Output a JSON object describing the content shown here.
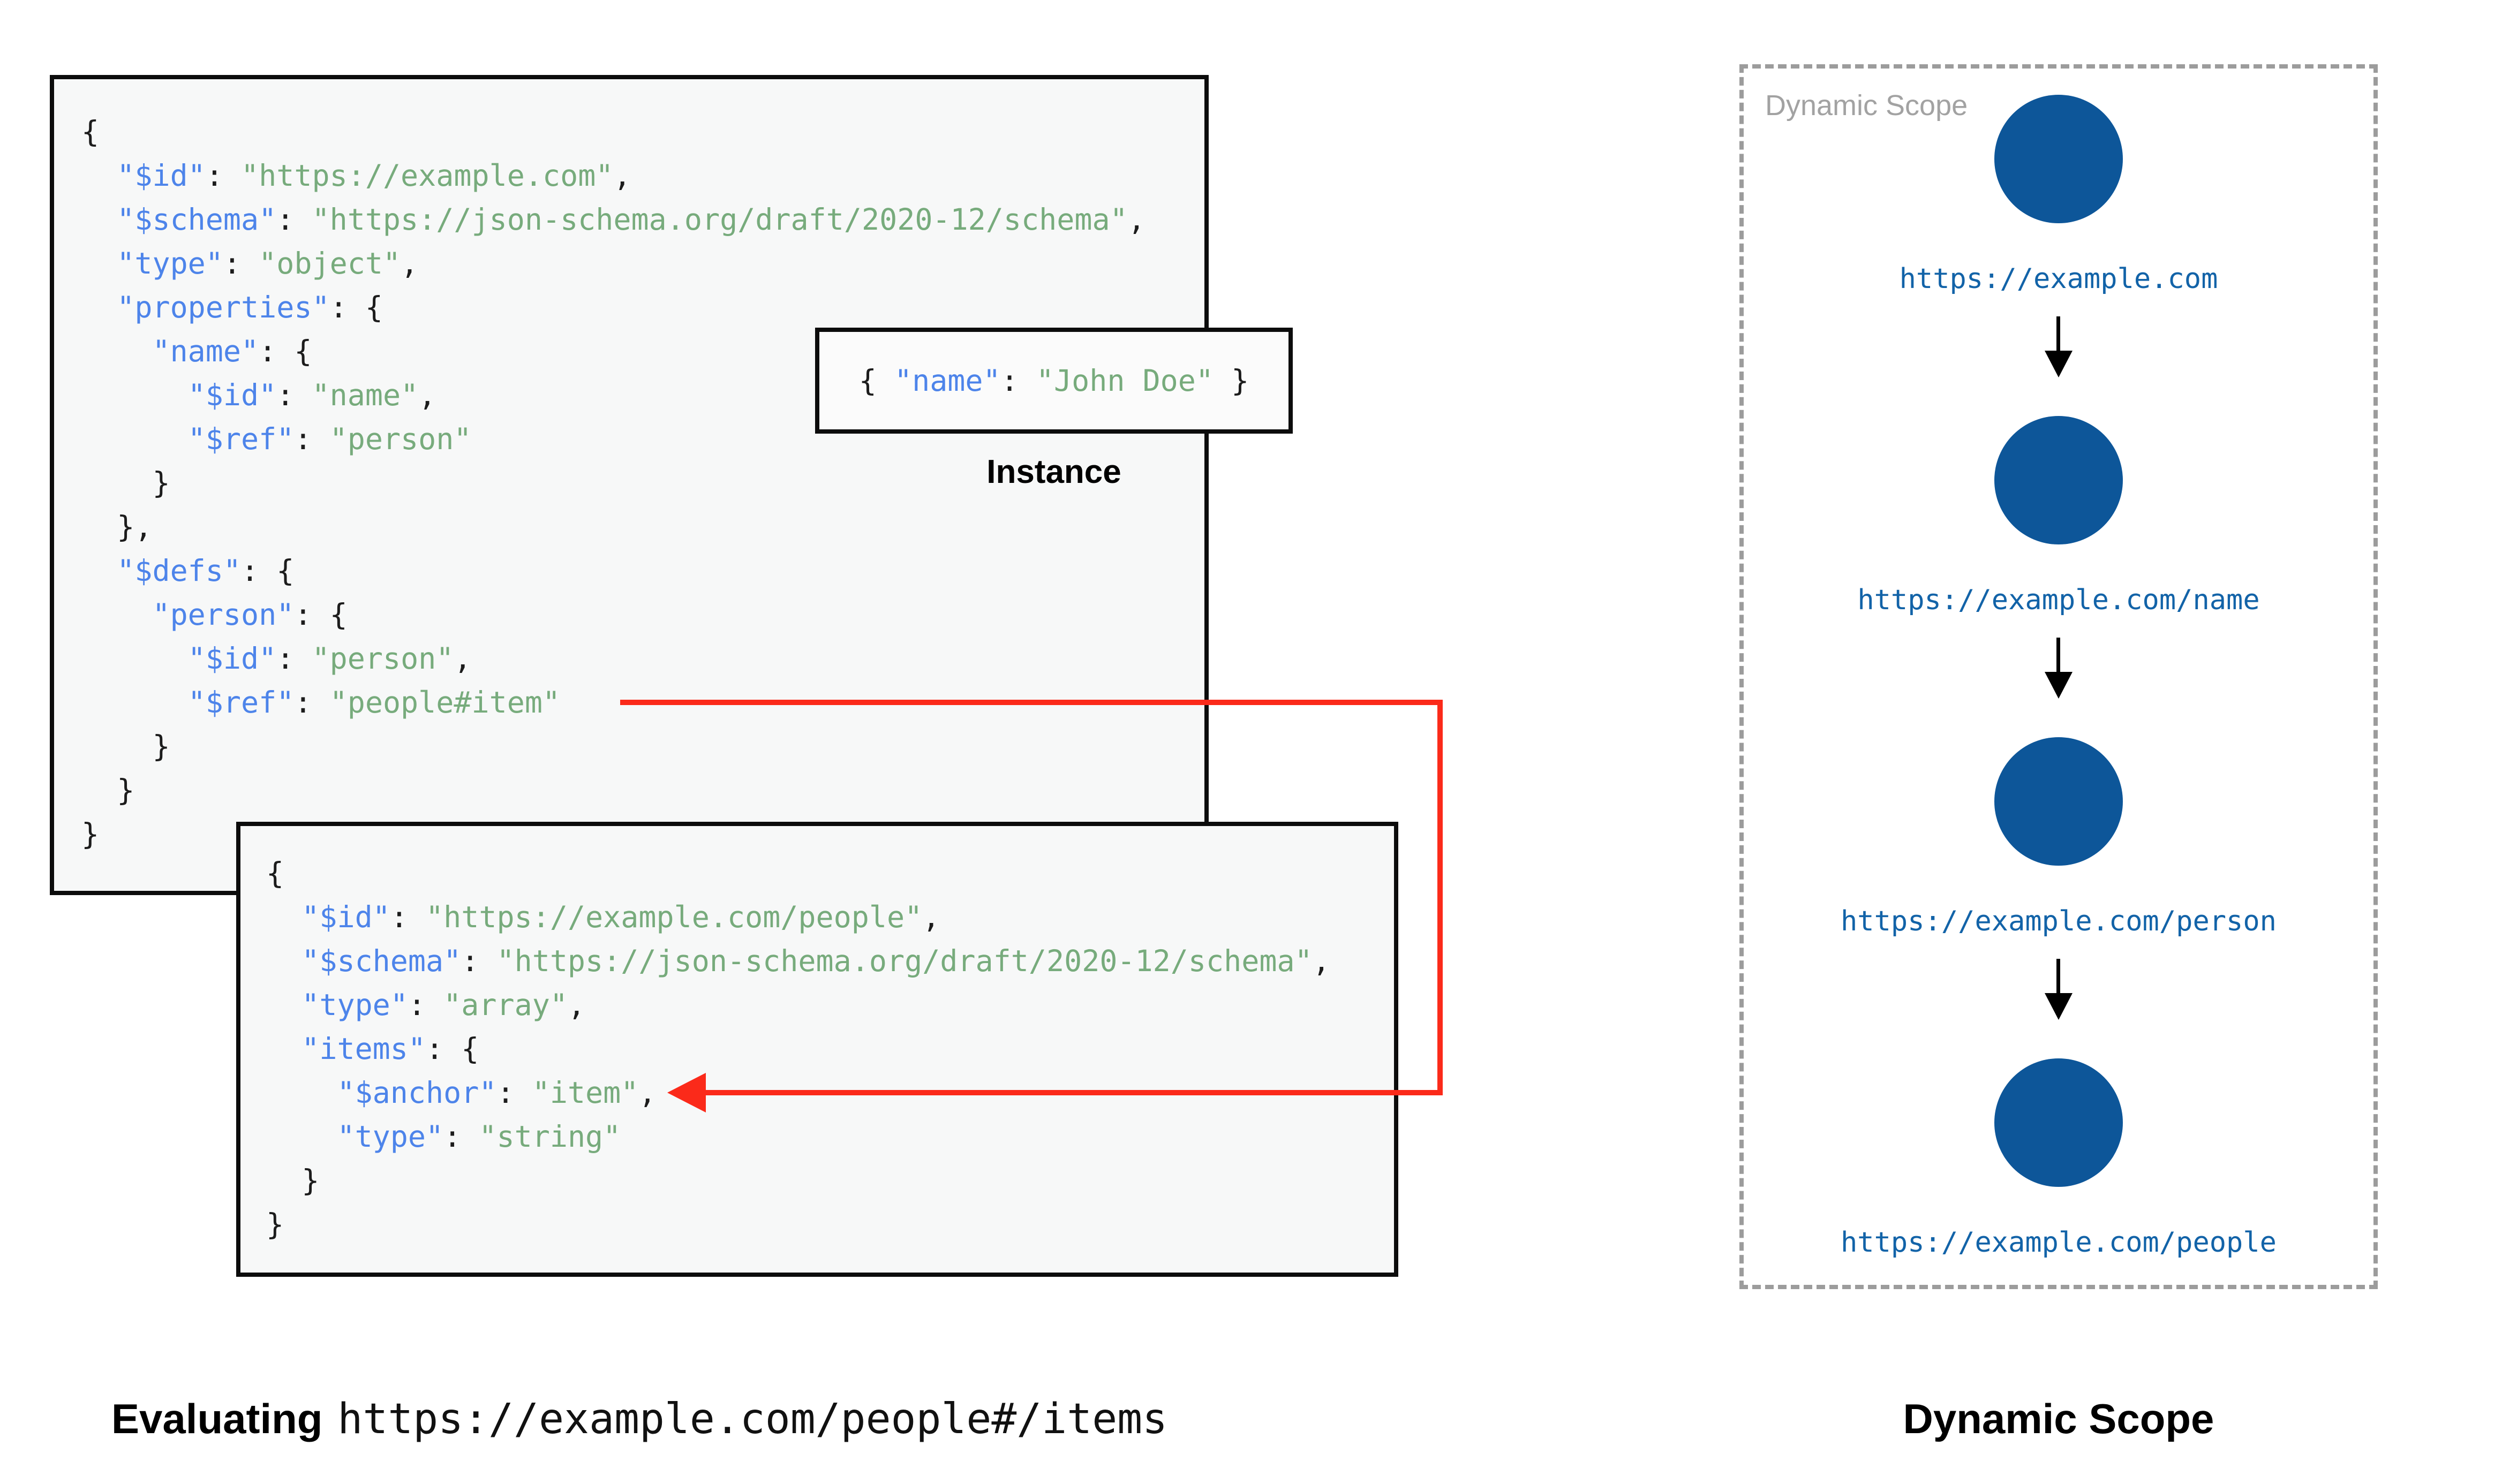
{
  "palette": {
    "key_blue": "#4d84ea",
    "string_green": "#77ab7c",
    "punctuation_black": "#1c1c1c",
    "node_blue": "#0d5699",
    "scope_label_blue": "#1263a8",
    "ref_arrow_red": "#fb2a1a",
    "dashed_border_gray": "#9c9c9c",
    "scope_title_gray": "#a2a2a2",
    "panel_background": "#f7f8f8"
  },
  "schema1": {
    "lines": [
      [
        [
          "p",
          "{"
        ]
      ],
      [
        [
          "p",
          "  "
        ],
        [
          "k",
          "\"$id\""
        ],
        [
          "p",
          ": "
        ],
        [
          "s",
          "\"https://example.com\""
        ],
        [
          "p",
          ","
        ]
      ],
      [
        [
          "p",
          "  "
        ],
        [
          "k",
          "\"$schema\""
        ],
        [
          "p",
          ": "
        ],
        [
          "s",
          "\"https://json-schema.org/draft/2020-12/schema\""
        ],
        [
          "p",
          ","
        ]
      ],
      [
        [
          "p",
          "  "
        ],
        [
          "k",
          "\"type\""
        ],
        [
          "p",
          ": "
        ],
        [
          "s",
          "\"object\""
        ],
        [
          "p",
          ","
        ]
      ],
      [
        [
          "p",
          "  "
        ],
        [
          "k",
          "\"properties\""
        ],
        [
          "p",
          ": {"
        ]
      ],
      [
        [
          "p",
          "    "
        ],
        [
          "k",
          "\"name\""
        ],
        [
          "p",
          ": {"
        ]
      ],
      [
        [
          "p",
          "      "
        ],
        [
          "k",
          "\"$id\""
        ],
        [
          "p",
          ": "
        ],
        [
          "s",
          "\"name\""
        ],
        [
          "p",
          ","
        ]
      ],
      [
        [
          "p",
          "      "
        ],
        [
          "k",
          "\"$ref\""
        ],
        [
          "p",
          ": "
        ],
        [
          "s",
          "\"person\""
        ]
      ],
      [
        [
          "p",
          "    }"
        ]
      ],
      [
        [
          "p",
          "  },"
        ]
      ],
      [
        [
          "p",
          "  "
        ],
        [
          "k",
          "\"$defs\""
        ],
        [
          "p",
          ": {"
        ]
      ],
      [
        [
          "p",
          "    "
        ],
        [
          "k",
          "\"person\""
        ],
        [
          "p",
          ": {"
        ]
      ],
      [
        [
          "p",
          "      "
        ],
        [
          "k",
          "\"$id\""
        ],
        [
          "p",
          ": "
        ],
        [
          "s",
          "\"person\""
        ],
        [
          "p",
          ","
        ]
      ],
      [
        [
          "p",
          "      "
        ],
        [
          "k",
          "\"$ref\""
        ],
        [
          "p",
          ": "
        ],
        [
          "s",
          "\"people#item\""
        ]
      ],
      [
        [
          "p",
          "    }"
        ]
      ],
      [
        [
          "p",
          "  }"
        ]
      ],
      [
        [
          "p",
          "}"
        ]
      ]
    ]
  },
  "schema2": {
    "lines": [
      [
        [
          "p",
          "{"
        ]
      ],
      [
        [
          "p",
          "  "
        ],
        [
          "k",
          "\"$id\""
        ],
        [
          "p",
          ": "
        ],
        [
          "s",
          "\"https://example.com/people\""
        ],
        [
          "p",
          ","
        ]
      ],
      [
        [
          "p",
          "  "
        ],
        [
          "k",
          "\"$schema\""
        ],
        [
          "p",
          ": "
        ],
        [
          "s",
          "\"https://json-schema.org/draft/2020-12/schema\""
        ],
        [
          "p",
          ","
        ]
      ],
      [
        [
          "p",
          "  "
        ],
        [
          "k",
          "\"type\""
        ],
        [
          "p",
          ": "
        ],
        [
          "s",
          "\"array\""
        ],
        [
          "p",
          ","
        ]
      ],
      [
        [
          "p",
          "  "
        ],
        [
          "k",
          "\"items\""
        ],
        [
          "p",
          ": {"
        ]
      ],
      [
        [
          "p",
          "    "
        ],
        [
          "k",
          "\"$anchor\""
        ],
        [
          "p",
          ": "
        ],
        [
          "s",
          "\"item\""
        ],
        [
          "p",
          ","
        ]
      ],
      [
        [
          "p",
          "    "
        ],
        [
          "k",
          "\"type\""
        ],
        [
          "p",
          ": "
        ],
        [
          "s",
          "\"string\""
        ]
      ],
      [
        [
          "p",
          "  }"
        ]
      ],
      [
        [
          "p",
          "}"
        ]
      ]
    ]
  },
  "instance": {
    "tokens": [
      [
        "p",
        "{ "
      ],
      [
        "k",
        "\"name\""
      ],
      [
        "p",
        ": "
      ],
      [
        "s",
        "\"John Doe\""
      ],
      [
        "p",
        " }"
      ]
    ],
    "label": "Instance"
  },
  "scope": {
    "title": "Dynamic Scope",
    "caption": "Dynamic Scope",
    "nodes": [
      "https://example.com",
      "https://example.com/name",
      "https://example.com/person",
      "https://example.com/people"
    ]
  },
  "evaluating": {
    "prefix": "Evaluating",
    "url": "https://example.com/people#/items"
  }
}
